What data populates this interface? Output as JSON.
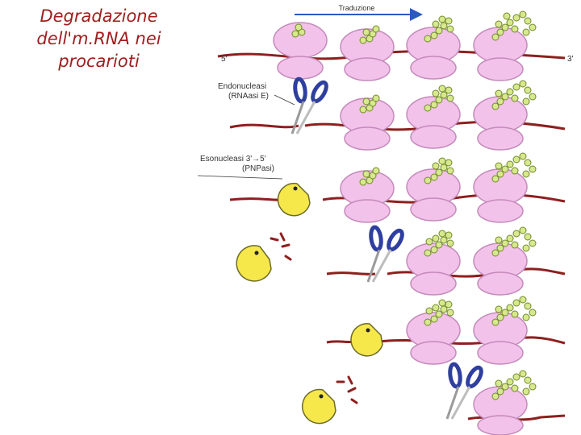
{
  "title": {
    "line1": "Degradazione",
    "line2": "dell'm.RNA nei",
    "line3": "procarioti"
  },
  "diagram": {
    "translation_label": "Traduzione",
    "five_prime": "5'",
    "three_prime": "3'",
    "endonuclease_label_1": "Endonucleasi",
    "endonuclease_label_2": "(RNAasi E)",
    "exonuclease_label_1": "Esonucleasi 3'→5'",
    "exonuclease_label_2": "(PNPasi)",
    "colors": {
      "title": "#a01e1e",
      "mrna": "#8e1f1f",
      "ribosome": "#f2c2ea",
      "ribosome_edge": "#c48abb",
      "peptide": "#d8e88c",
      "peptide_edge": "#6e8a2a",
      "arrow": "#2a5bbf",
      "scissors": "#2f3f9f",
      "exonuclease": "#f6e84a"
    }
  }
}
